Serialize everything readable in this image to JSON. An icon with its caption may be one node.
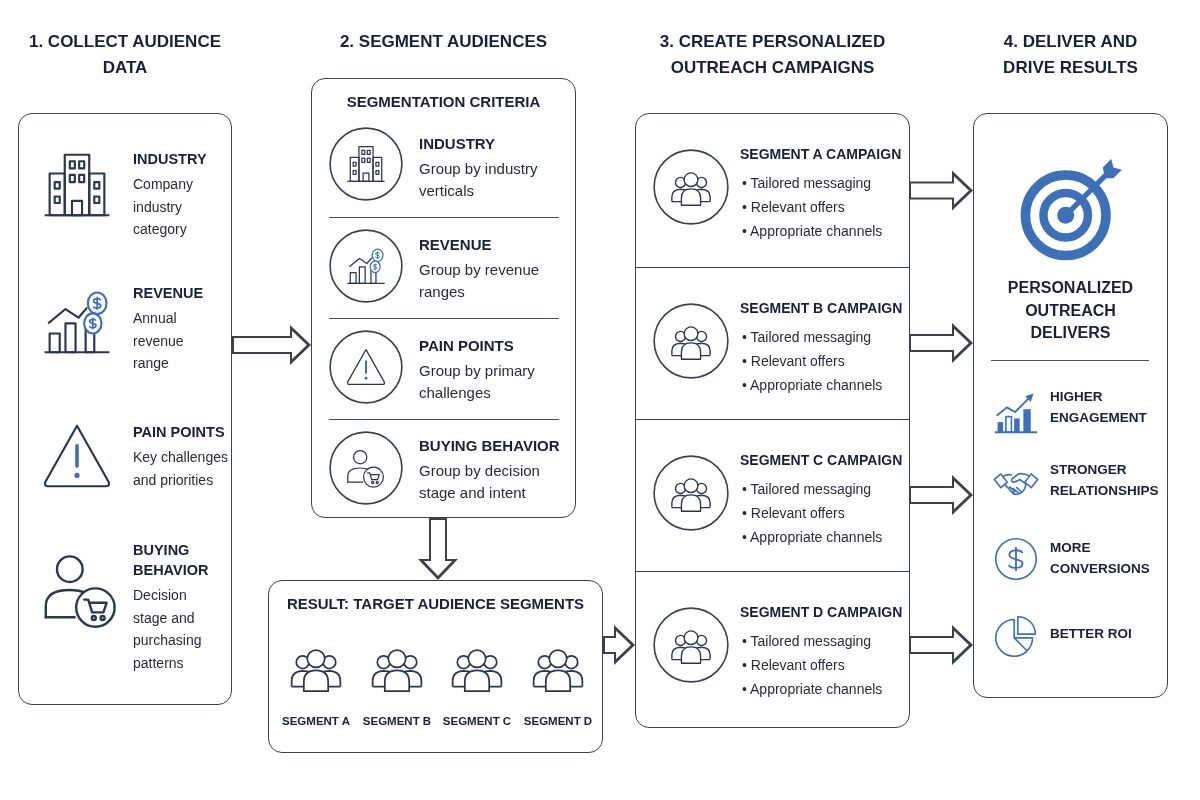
{
  "diagram": {
    "nodes": [
      {
        "text": [
          "1. COLLECT AUDIENCE DATA",
          "INDUSTRY",
          "Company industry category",
          "REVENUE",
          "Annual revenue range",
          "PAIN POINTS",
          "Key challenges and priorities",
          "BUYING BEHAVIOR",
          "Decision stage and purchasing patterns"
        ]
      },
      {
        "text": [
          "2. SEGMENT AUDIENCES",
          "SEGMENTATION CRITERIA",
          "INDUSTRY",
          "Group by industry verticals",
          "REVENUE",
          "Group by revenue ranges",
          "PAIN POINTS",
          "Group by primary challenges",
          "BUYING BEHAVIOR",
          "Group by decision stage and intent"
        ]
      },
      {
        "text": [
          "RESULT: TARGET AUDIENCE SEGMENTS",
          "SEGMENT A",
          "SEGMENT B",
          "SEGMENT C",
          "SEGMENT D"
        ]
      },
      {
        "text": [
          "3. CREATE PERSONALIZED OUTREACH CAMPAIGNS"
        ]
      },
      {
        "text": [
          "SEGMENT A CAMPAIGN",
          "• Tailored messaging",
          "• Relevant offers",
          "• Appropriate channels"
        ],
        "in": 3
      },
      {
        "text": [
          "SEGMENT B CAMPAIGN",
          "• Tailored messaging",
          "• Relevant offers",
          "• Appropriate channels"
        ],
        "in": 3
      },
      {
        "text": [
          "SEGMENT C CAMPAIGN",
          "• Tailored messaging",
          "• Relevant offers",
          "• Appropriate channels"
        ],
        "in": 3
      },
      {
        "text": [
          "SEGMENT D CAMPAIGN",
          "• Tailored messaging",
          "• Relevant offers",
          "• Appropriate channels"
        ],
        "in": 3
      },
      {
        "text": [
          "4. DELIVER AND DRIVE RESULTS",
          "PERSONALIZED OUTREACH DELIVERS",
          "HIGHER ENGAGEMENT",
          "STRONGER RELATIONSHIPS",
          "MORE CONVERSIONS",
          "BETTER ROI"
        ]
      }
    ],
    "edges": [
      {
        "from": 0,
        "to": 1,
        "arrow": "to"
      },
      {
        "from": 1,
        "to": 2,
        "arrow": "to"
      },
      {
        "from": 2,
        "to": 3,
        "arrow": "to"
      },
      {
        "from": 4,
        "to": 8,
        "arrow": "to"
      },
      {
        "from": 5,
        "to": 8,
        "arrow": "to"
      },
      {
        "from": 6,
        "to": 8,
        "arrow": "to"
      },
      {
        "from": 7,
        "to": 8,
        "arrow": "to"
      }
    ]
  }
}
